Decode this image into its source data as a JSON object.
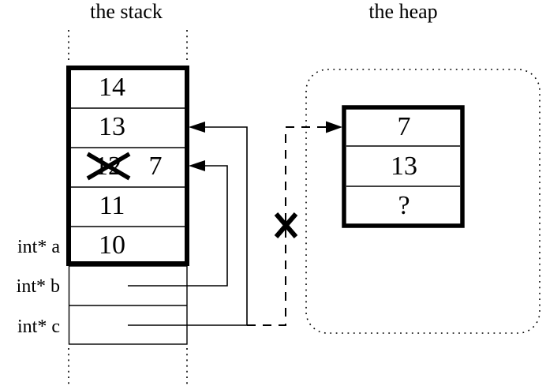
{
  "colors": {
    "ink": "#000000",
    "background": "#ffffff"
  },
  "stack": {
    "title": "the stack",
    "frame_cells": [
      {
        "value": "14"
      },
      {
        "value": "13"
      },
      {
        "value": "12",
        "crossed_out": true,
        "corrected_value": "7"
      },
      {
        "value": "11"
      },
      {
        "value": "10"
      }
    ],
    "pointer_labels": [
      "int* a",
      "int* b",
      "int* c"
    ]
  },
  "heap": {
    "title": "the heap",
    "cells": [
      {
        "value": "7"
      },
      {
        "value": "13"
      },
      {
        "value": "?"
      }
    ]
  }
}
